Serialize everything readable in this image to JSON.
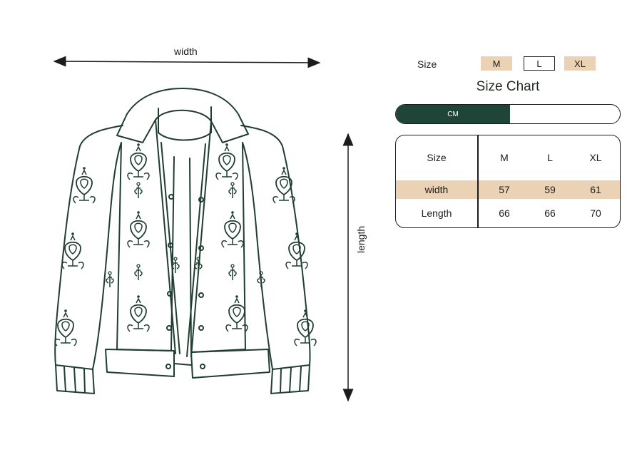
{
  "dimensions": {
    "width_label": "width",
    "length_label": "length"
  },
  "size_picker": {
    "label": "Size",
    "options": [
      "M",
      "L",
      "XL"
    ],
    "selected": "L"
  },
  "chart_title": "Size Chart",
  "unit_toggle": {
    "active": "CM"
  },
  "table": {
    "header": [
      "Size",
      "M",
      "L",
      "XL"
    ],
    "rows": [
      {
        "label": "width",
        "values": [
          "57",
          "59",
          "61"
        ]
      },
      {
        "label": "Length",
        "values": [
          "66",
          "66",
          "70"
        ]
      }
    ]
  },
  "colors": {
    "accent_green": "#1f4538",
    "tan": "#ecd2b4",
    "outline": "#1c1c1c"
  },
  "icons": [
    "jacket-illustration",
    "width-arrow-icon",
    "length-arrow-icon"
  ]
}
